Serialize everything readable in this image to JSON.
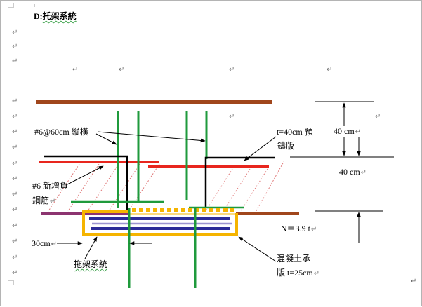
{
  "document": {
    "title_prefix": "D:",
    "title_name": "托架系統",
    "paragraph_mark": "↵"
  },
  "diagram": {
    "rebar_label": "#6@60cm  縱橫",
    "slab_label_line1": "t=40cm  預",
    "slab_label_line2": "鑄版",
    "dim_top": "40 cm",
    "dim_middle": "40 cm",
    "neg_rebar_line1": "#6  新增負",
    "neg_rebar_line2": "鋼筋",
    "load": "N＝3.9 t",
    "dim_bracket": "30cm",
    "bracket_label": "拖架系統",
    "base_label_line1": "混凝土承",
    "base_label_line2": "版  t=25cm"
  },
  "colors": {
    "slab_brown": "#A0461C",
    "rebar_green": "#1F9A3C",
    "tie_black": "#000000",
    "negative_red": "#E8261E",
    "hatch_pink": "#E07A7A",
    "base_purple": "#8C3470",
    "bracket_yellow": "#F5B400",
    "bracket_blue": "#2C2C98",
    "bracket_lavender": "#9C94D0"
  }
}
